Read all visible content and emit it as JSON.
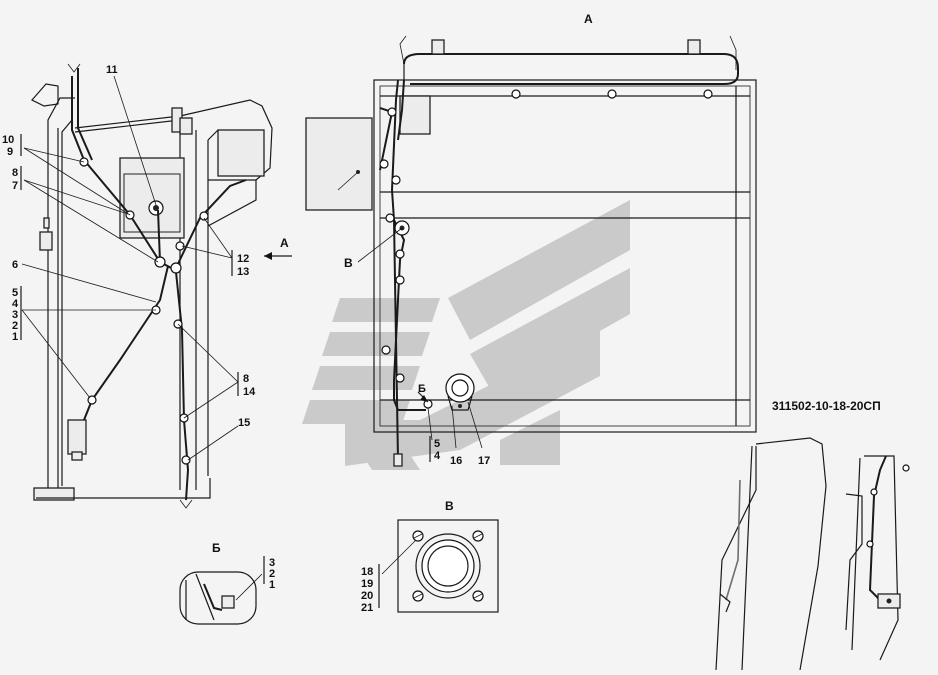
{
  "drawing_number": "311502-10-18-20СП",
  "view_titles": {
    "view_a": "А",
    "view_b": "Б",
    "view_v": "В"
  },
  "arrow_label": "А",
  "view_marker_b": "Б",
  "view_marker_v": "В",
  "callouts": {
    "c11": "11",
    "group_10_9": [
      "10",
      "9"
    ],
    "group_8_7": [
      "8",
      "7"
    ],
    "c6": "6",
    "group_5_1": [
      "5",
      "4",
      "3",
      "2",
      "1"
    ],
    "group_12_13": [
      "12",
      "13"
    ],
    "group_8_14": [
      "8",
      "14"
    ],
    "c15": "15",
    "group_5_4": [
      "5",
      "4"
    ],
    "c16": "16",
    "c17": "17",
    "group_b": [
      "3",
      "2",
      "1"
    ],
    "group_v": [
      "18",
      "19",
      "20",
      "21"
    ]
  },
  "colors": {
    "line": "#1a1a1a",
    "background": "#f4f4f4",
    "watermark": "#bcbcbc"
  }
}
